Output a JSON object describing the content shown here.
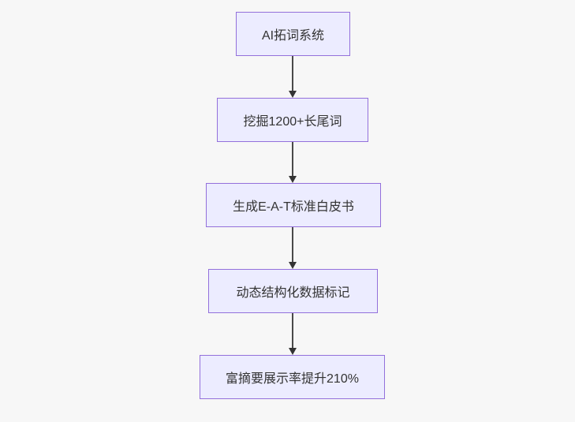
{
  "diagram": {
    "type": "flowchart",
    "direction": "top-down",
    "nodes": [
      {
        "label": "AI拓词系统"
      },
      {
        "label": "挖掘1200+长尾词"
      },
      {
        "label": "生成E-A-T标准白皮书"
      },
      {
        "label": "动态结构化数据标记"
      },
      {
        "label": "富摘要展示率提升210%"
      }
    ],
    "edges": [
      {
        "from": 0,
        "to": 1
      },
      {
        "from": 1,
        "to": 2
      },
      {
        "from": 2,
        "to": 3
      },
      {
        "from": 3,
        "to": 4
      }
    ],
    "style": {
      "node_fill": "#ECECFF",
      "node_border": "#9370DB",
      "text_color": "#333333",
      "arrow_color": "#333333",
      "background": "#f7f7f7"
    }
  }
}
